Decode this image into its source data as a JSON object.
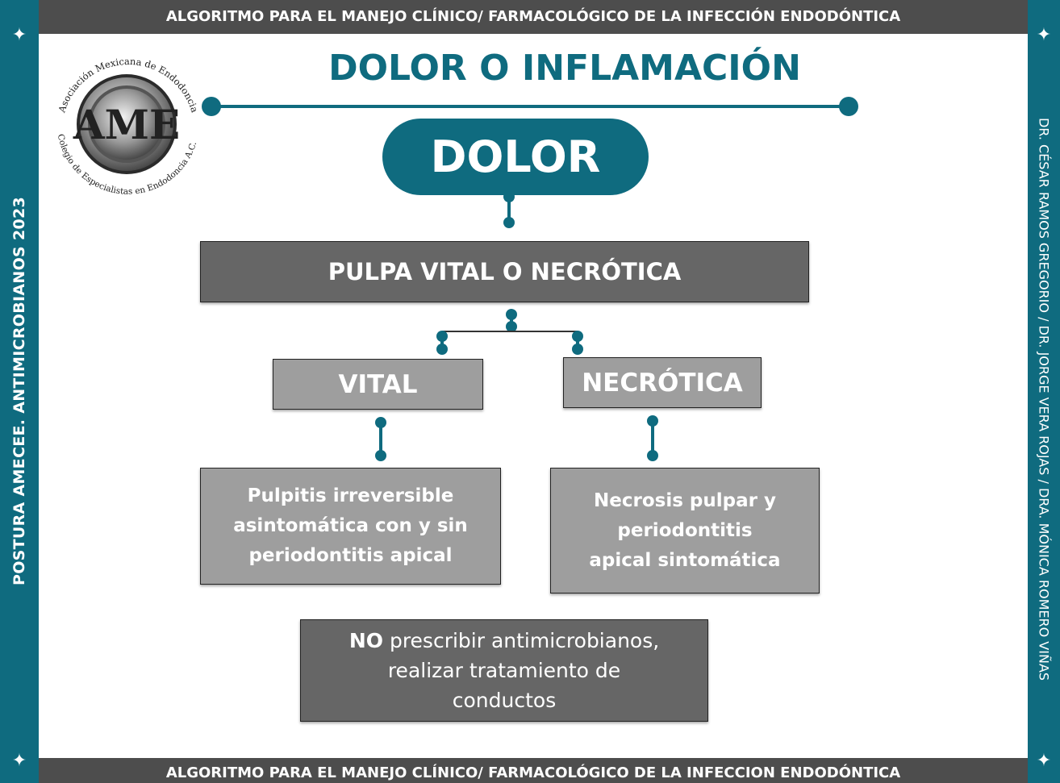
{
  "header": {
    "top_banner": "ALGORITMO PARA EL MANEJO CLÍNICO/ FARMACOLÓGICO DE LA INFECCIÓN ENDODÓNTICA",
    "bottom_banner": "ALGORITMO PARA EL MANEJO CLÍNICO/ FARMACOLÓGICO DE LA INFECCION ENDODÓNTICA"
  },
  "sidebars": {
    "left_text": "POSTURA AMECEE. ANTIMICROBIANOS 2023",
    "right_text": "DR. CÉSAR RAMOS GREGORIO / DR. JORGE VERA ROJAS / DRA. MÓNICA ROMERO VIÑAS",
    "star_glyph": "✦"
  },
  "logo": {
    "arc_top": "Asociación Mexicana de Endodoncia",
    "arc_bottom": "Colegio de Especialistas en Endodoncia A.C.",
    "monogram": "AME"
  },
  "title": "DOLOR O INFLAMACIÓN",
  "root": "DOLOR",
  "decision": "PULPA VITAL O NECRÓTICA",
  "branches": {
    "left": {
      "label": "VITAL",
      "diagnosis": [
        "Pulpitis irreversible",
        "asintomática con y sin",
        "periodontitis apical"
      ]
    },
    "right": {
      "label": "NECRÓTICA",
      "diagnosis": [
        "Necrosis pulpar y",
        "periodontitis",
        "apical sintomática"
      ]
    }
  },
  "recommendation": {
    "emphasis": "NO",
    "line1_rest": " prescribir antimicrobianos,",
    "line2": "realizar tratamiento de",
    "line3": "conductos"
  },
  "colors": {
    "teal": "#0f6b7f",
    "dark_gray": "#4d4d4d",
    "box_dark": "#666666",
    "box_light": "#9e9e9e"
  }
}
